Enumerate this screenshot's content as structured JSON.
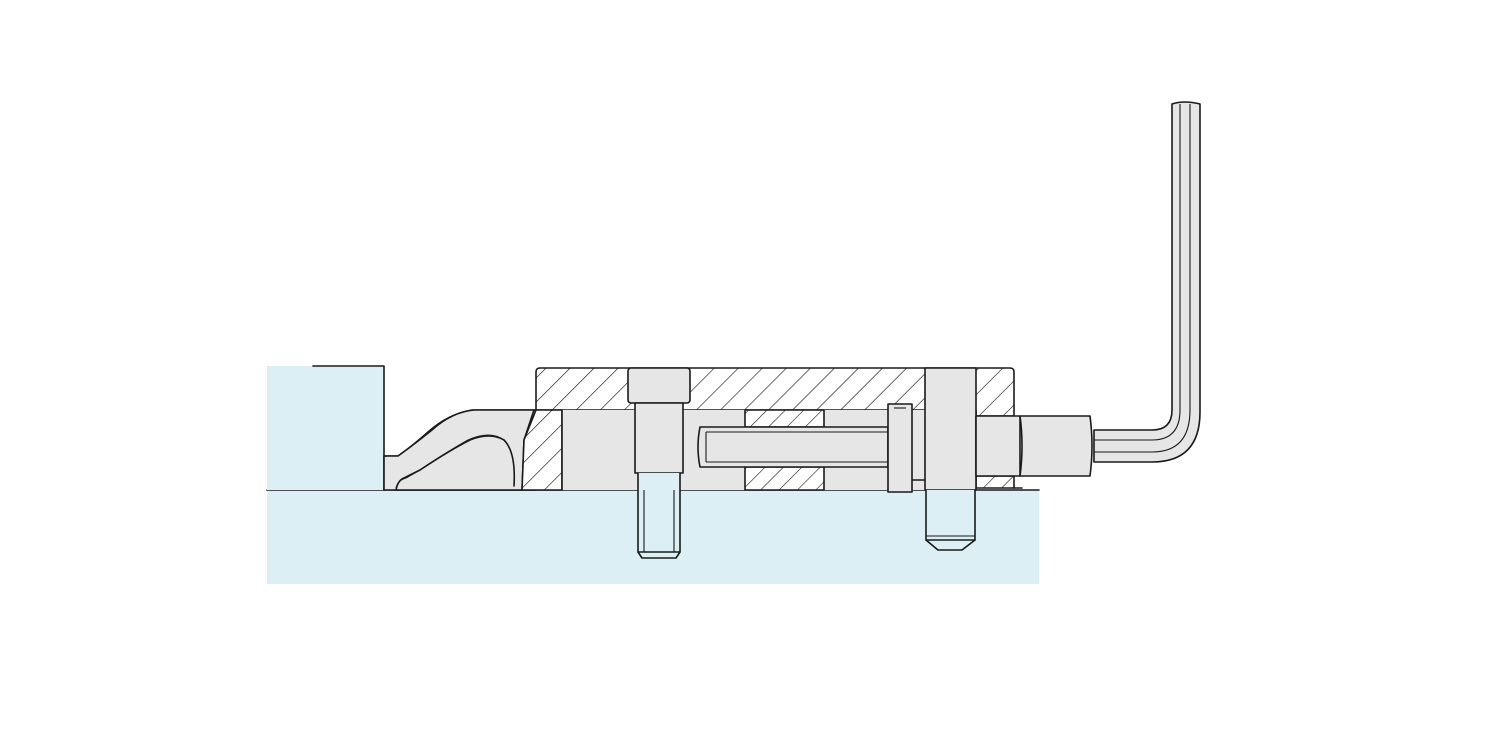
{
  "diagram": {
    "colors": {
      "workpiece": "#dbeff4",
      "part": "#e6e6e6",
      "outline": "#1a1a1a",
      "background": "#ffffff"
    },
    "icons": [
      "clamp-body",
      "clamp-jaw",
      "hex-key",
      "cap-screw",
      "set-screw",
      "hatch-section"
    ]
  }
}
